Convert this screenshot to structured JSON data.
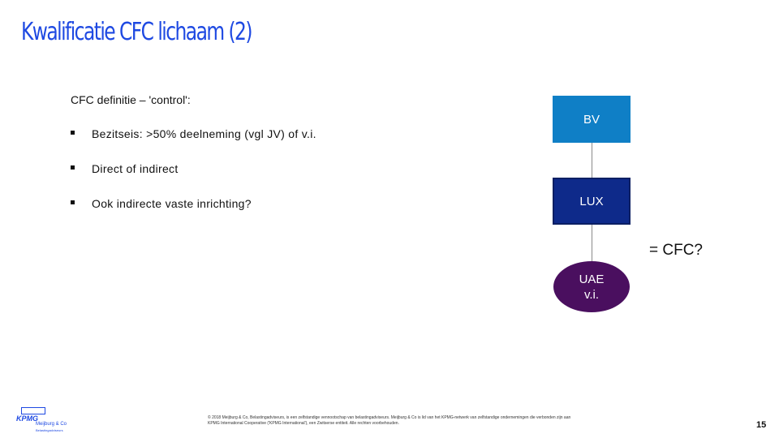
{
  "slide": {
    "title": "Kwalificatie CFC lichaam (2)",
    "intro": "CFC definitie – 'control':",
    "bullets": [
      "Bezitseis: >50% deelneming (vgl JV) of v.i.",
      "Direct of indirect",
      "Ook indirecte vaste inrichting?"
    ]
  },
  "diagram": {
    "bv": "BV",
    "lux": "LUX",
    "uae_line1": "UAE",
    "uae_line2": "v.i.",
    "cfc_question": "= CFC?",
    "colors": {
      "bv": "#0f7fc6",
      "lux": "#0e2a8a",
      "uae": "#4a0f5f"
    }
  },
  "footer": {
    "logo_text": "KPMG",
    "logo_firm": "Meijburg & Co",
    "logo_tagline": "Belastingadviseurs",
    "legal": "© 2018 Meijburg & Co, Belastingadviseurs, is een zelfstandige vennootschap van belastingadviseurs. Meijburg & Co is lid van het KPMG-netwerk van zelfstandige ondernemingen die verbonden zijn aan KPMG International Cooperative ('KPMG International'), een Zwitserse entiteit. Alle rechten voorbehouden.",
    "page_number": "15"
  }
}
